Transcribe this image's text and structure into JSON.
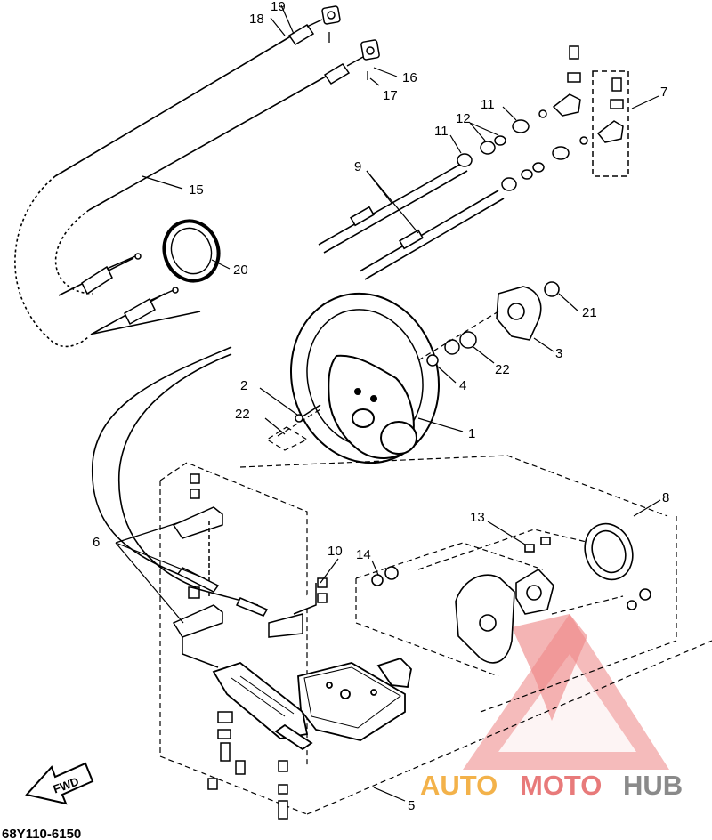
{
  "diagram": {
    "code": "68Y110-6150",
    "fwd_label": "FWD",
    "part_labels": [
      "19",
      "18",
      "16",
      "17",
      "15",
      "20",
      "9",
      "11",
      "12",
      "11",
      "7",
      "21",
      "3",
      "22",
      "4",
      "2",
      "22",
      "1",
      "8",
      "13",
      "14",
      "10",
      "6",
      "5"
    ]
  },
  "watermark": {
    "part1": "AUTO",
    "part2": "MOTO",
    "part3": "HUB",
    "colors": {
      "auto": "#f3b24a",
      "moto": "#e87a7a",
      "hub": "#8a8a8a",
      "logo": "#e85a5a"
    }
  },
  "colors": {
    "line": "#000000",
    "background": "#ffffff"
  }
}
